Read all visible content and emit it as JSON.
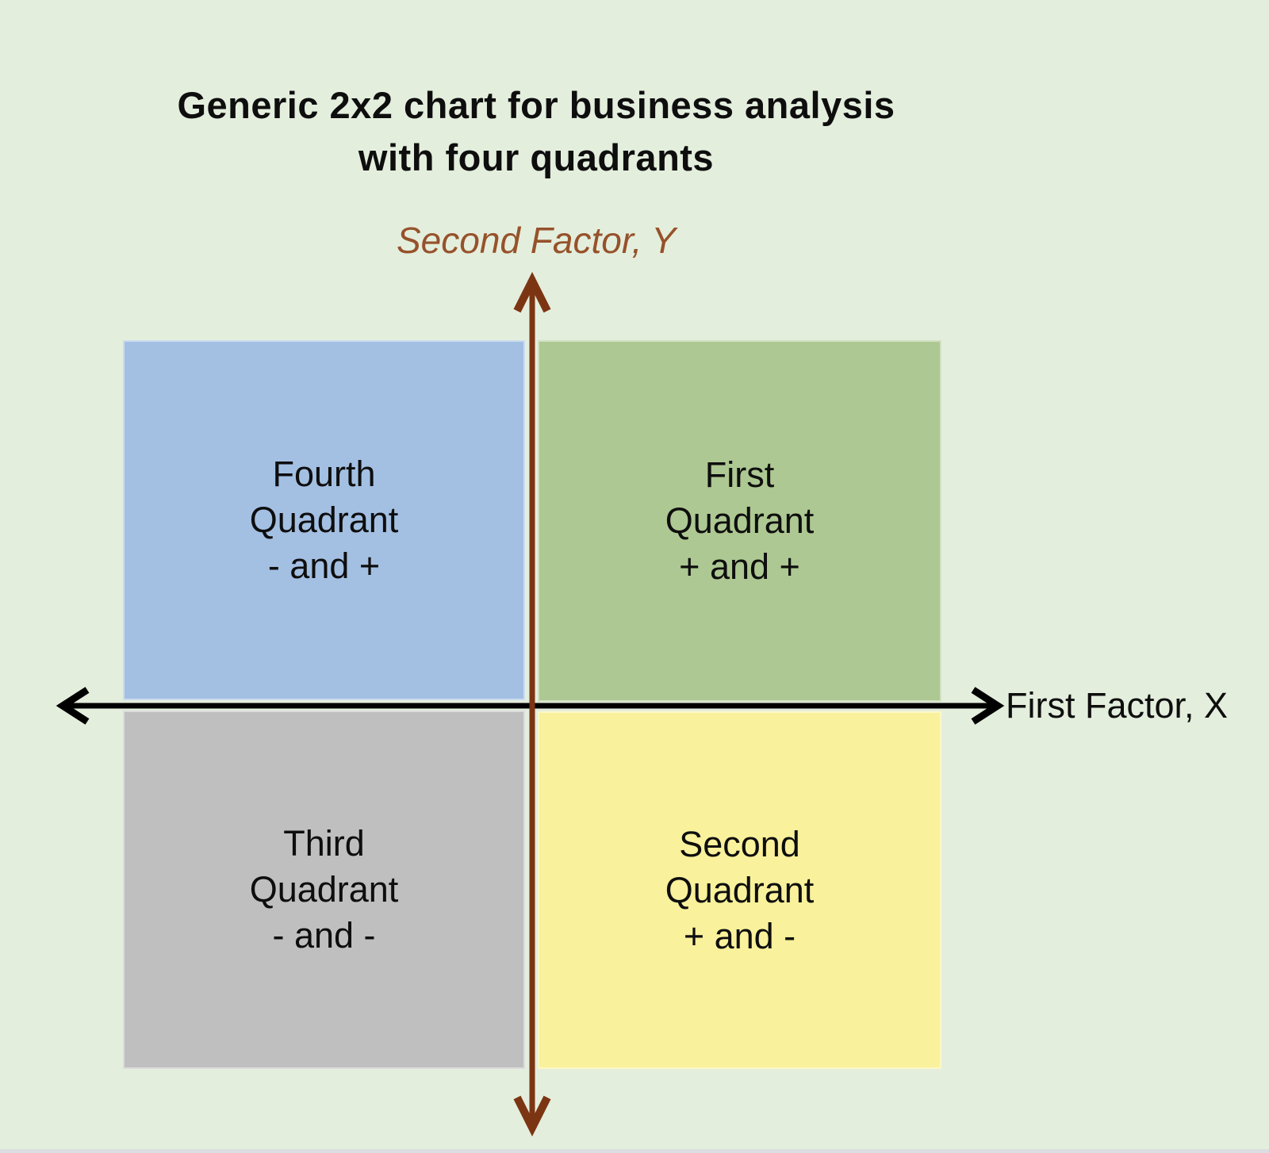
{
  "title": {
    "line1": "Generic 2x2 chart for business analysis",
    "line2": "with four quadrants"
  },
  "axes": {
    "y_label": "Second Factor, Y",
    "x_label": "First Factor, X"
  },
  "quadrants": {
    "top_left": {
      "line1": "Fourth",
      "line2": "Quadrant",
      "line3": "- and +"
    },
    "top_right": {
      "line1": "First",
      "line2": "Quadrant",
      "line3": "+ and +"
    },
    "bottom_left": {
      "line1": "Third",
      "line2": "Quadrant",
      "line3": "- and -"
    },
    "bottom_right": {
      "line1": "Second",
      "line2": "Quadrant",
      "line3": "+ and -"
    }
  },
  "colors": {
    "background": "#e4eedd",
    "quadrant_top_left": "#a3c0e3",
    "quadrant_top_right": "#adc892",
    "quadrant_bottom_left": "#bfbfbf",
    "quadrant_bottom_right": "#f9f19b",
    "x_axis": "#000000",
    "y_axis": "#7c3512",
    "y_label_color": "#96522b",
    "text": "#0e0e0e",
    "bottom_strip": "#dcdde0"
  }
}
